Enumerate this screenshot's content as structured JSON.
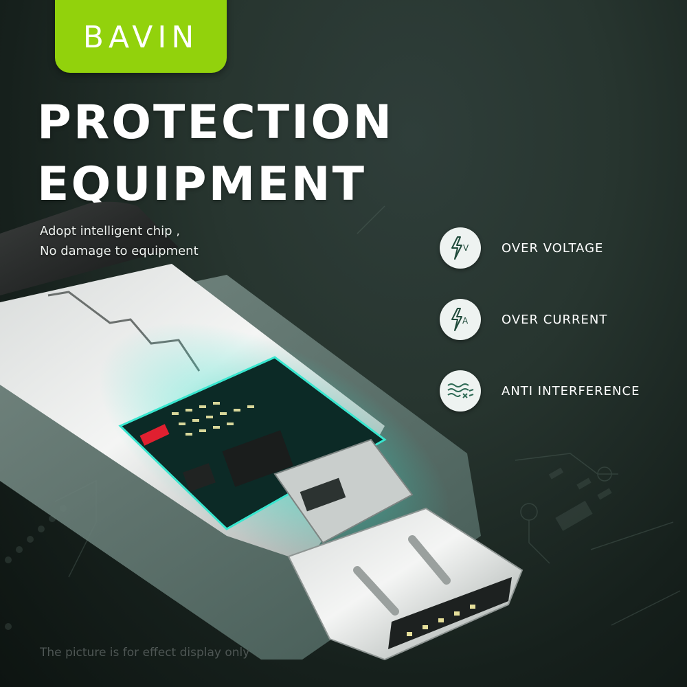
{
  "brand": {
    "logo_text": "BAVIN",
    "logo_color": "#92d20c"
  },
  "headline": {
    "line1": "PROTECTION",
    "line2": "EQUIPMENT"
  },
  "subline": {
    "line1": "Adopt intelligent chip ,",
    "line2": "No damage to equipment"
  },
  "features": [
    {
      "icon": "lightning-v-icon",
      "icon_letter": "V",
      "label": "OVER VOLTAGE"
    },
    {
      "icon": "lightning-a-icon",
      "icon_letter": "A",
      "label": "OVER CURRENT"
    },
    {
      "icon": "waves-x-icon",
      "icon_letter": "",
      "label": "ANTI INTERFERENCE"
    }
  ],
  "disclaimer": "The picture is for effect display only",
  "colors": {
    "background": "#27352f",
    "icon_stroke": "#1f4a3a",
    "glow": "#2fe0c8",
    "pcb_red": "#e02030"
  }
}
